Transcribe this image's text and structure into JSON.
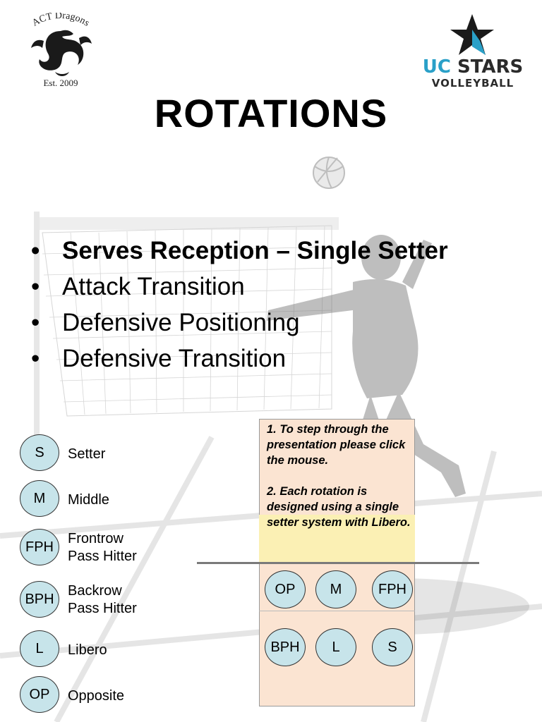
{
  "logos": {
    "left": {
      "arc_text": "ACT Dragons",
      "est_text": "Est. 2009"
    },
    "right": {
      "line1_uc": "UC",
      "line1_stars": "STARS",
      "line2": "VOLLEYBALL",
      "star_color": "#1a1a1a",
      "accent_color": "#2aa0c8"
    }
  },
  "title": "ROTATIONS",
  "bullets": [
    "Serves Reception – Single Setter",
    "Attack Transition",
    "Defensive Positioning",
    "Defensive Transition"
  ],
  "legend": [
    {
      "abbr": "S",
      "label_line1": "Setter",
      "label_line2": ""
    },
    {
      "abbr": "M",
      "label_line1": "Middle",
      "label_line2": ""
    },
    {
      "abbr": "FPH",
      "label_line1": "Frontrow",
      "label_line2": "Pass Hitter"
    },
    {
      "abbr": "BPH",
      "label_line1": "Backrow",
      "label_line2": "Pass Hitter"
    },
    {
      "abbr": "L",
      "label_line1": "Libero",
      "label_line2": ""
    },
    {
      "abbr": "OP",
      "label_line1": "Opposite",
      "label_line2": ""
    }
  ],
  "note": {
    "para1": "1. To step through the presentation please click the mouse.",
    "para2": "2. Each rotation is designed using a single setter system with Libero."
  },
  "court": {
    "front_row": [
      "OP",
      "M",
      "FPH"
    ],
    "back_row": [
      "BPH",
      "L",
      "S"
    ]
  },
  "colors": {
    "player_fill": "#c7e4ea",
    "court_fill": "#fbe4d2",
    "note_highlight": "#fbf0b4"
  }
}
